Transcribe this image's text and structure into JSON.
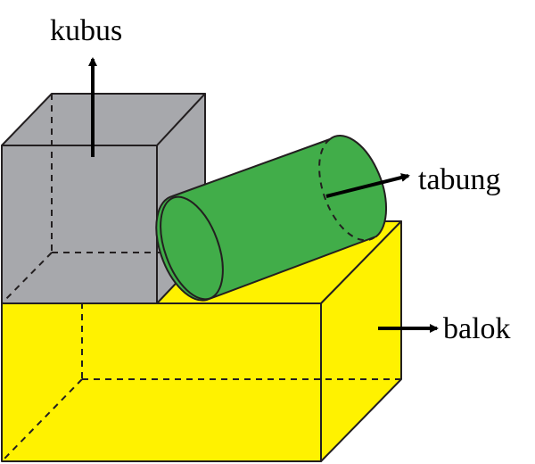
{
  "labels": {
    "cube": "kubus",
    "cylinder": "tabung",
    "cuboid": "balok"
  },
  "colors": {
    "cube": "#a7a8ac",
    "cube_top": "#a7a8ac",
    "cuboid": "#fff200",
    "cylinder": "#41ad49",
    "stroke": "#231f20"
  }
}
